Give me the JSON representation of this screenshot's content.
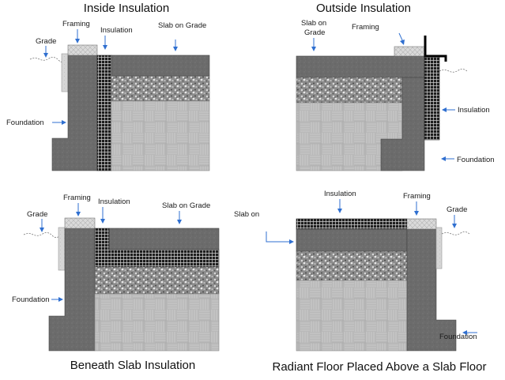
{
  "panels": {
    "inside": {
      "title": "Inside Insulation",
      "labels": {
        "framing": "Framing",
        "grade": "Grade",
        "insulation": "Insulation",
        "slab": "Slab on Grade",
        "foundation": "Foundation"
      }
    },
    "outside": {
      "title": "Outside Insulation",
      "labels": {
        "slab_line1": "Slab on",
        "slab_line2": "Grade",
        "framing": "Framing",
        "insulation": "Insulation",
        "foundation": "Foundation"
      }
    },
    "beneath": {
      "title": "Beneath  Slab Insulation",
      "labels": {
        "framing": "Framing",
        "insulation": "Insulation",
        "slab": "Slab on Grade",
        "grade": "Grade",
        "foundation": "Foundation"
      }
    },
    "radiant": {
      "title": "Radiant Floor Placed Above a Slab Floor",
      "labels": {
        "insulation": "Insulation",
        "framing": "Framing",
        "grade": "Grade",
        "slab": "Slab on",
        "foundation": "Foundation"
      }
    }
  },
  "colors": {
    "concrete": "#6d6d6d",
    "arrow": "#2f6fd0",
    "insulation_bg": "#202020",
    "insulation_grid": "#cfcfcf",
    "soil_block": "#d2d2d2",
    "gravel": "#8a8a8a",
    "framing": "#d9d9d9",
    "bracket": "#000000"
  }
}
